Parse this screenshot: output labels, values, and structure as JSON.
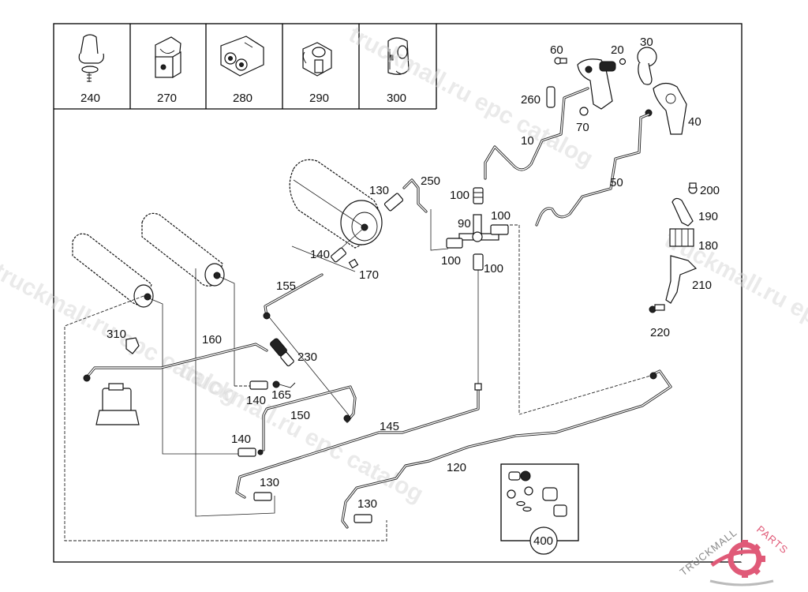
{
  "diagram": {
    "title": "Compressed air reservoir and lines - exploded parts view",
    "legend_items": [
      {
        "id": "240",
        "icon": "clip-with-screw-icon"
      },
      {
        "id": "270",
        "icon": "bracket-clamp-icon"
      },
      {
        "id": "280",
        "icon": "double-pipe-clamp-icon"
      },
      {
        "id": "290",
        "icon": "pipe-holder-icon"
      },
      {
        "id": "300",
        "icon": "holder-clip-icon"
      }
    ],
    "callouts": {
      "p10": "10",
      "p20": "20",
      "p30": "30",
      "p40": "40",
      "p50": "50",
      "p60": "60",
      "p70": "70",
      "p90": "90",
      "p100a": "100",
      "p100b": "100",
      "p100c": "100",
      "p100d": "100",
      "p120": "120",
      "p130a": "130",
      "p130b": "130",
      "p130c": "130",
      "p140a": "140",
      "p140b": "140",
      "p140c": "140",
      "p145": "145",
      "p150": "150",
      "p155": "155",
      "p160": "160",
      "p165": "165",
      "p170": "170",
      "p180": "180",
      "p190": "190",
      "p200": "200",
      "p210": "210",
      "p220": "220",
      "p230": "230",
      "p250": "250",
      "p260": "260",
      "p310": "310",
      "p400": "400"
    },
    "watermarks": [
      "truckmall.ru epc catalog",
      "truckmall.ru epc catalog",
      "truckmall.ru epc catalog",
      "truckmall.ru epc catalog"
    ],
    "logo": {
      "text_left": "TRUCKMALL",
      "text_right": "PARTS",
      "color_primary": "#e05a78",
      "color_gray": "#888888"
    }
  }
}
